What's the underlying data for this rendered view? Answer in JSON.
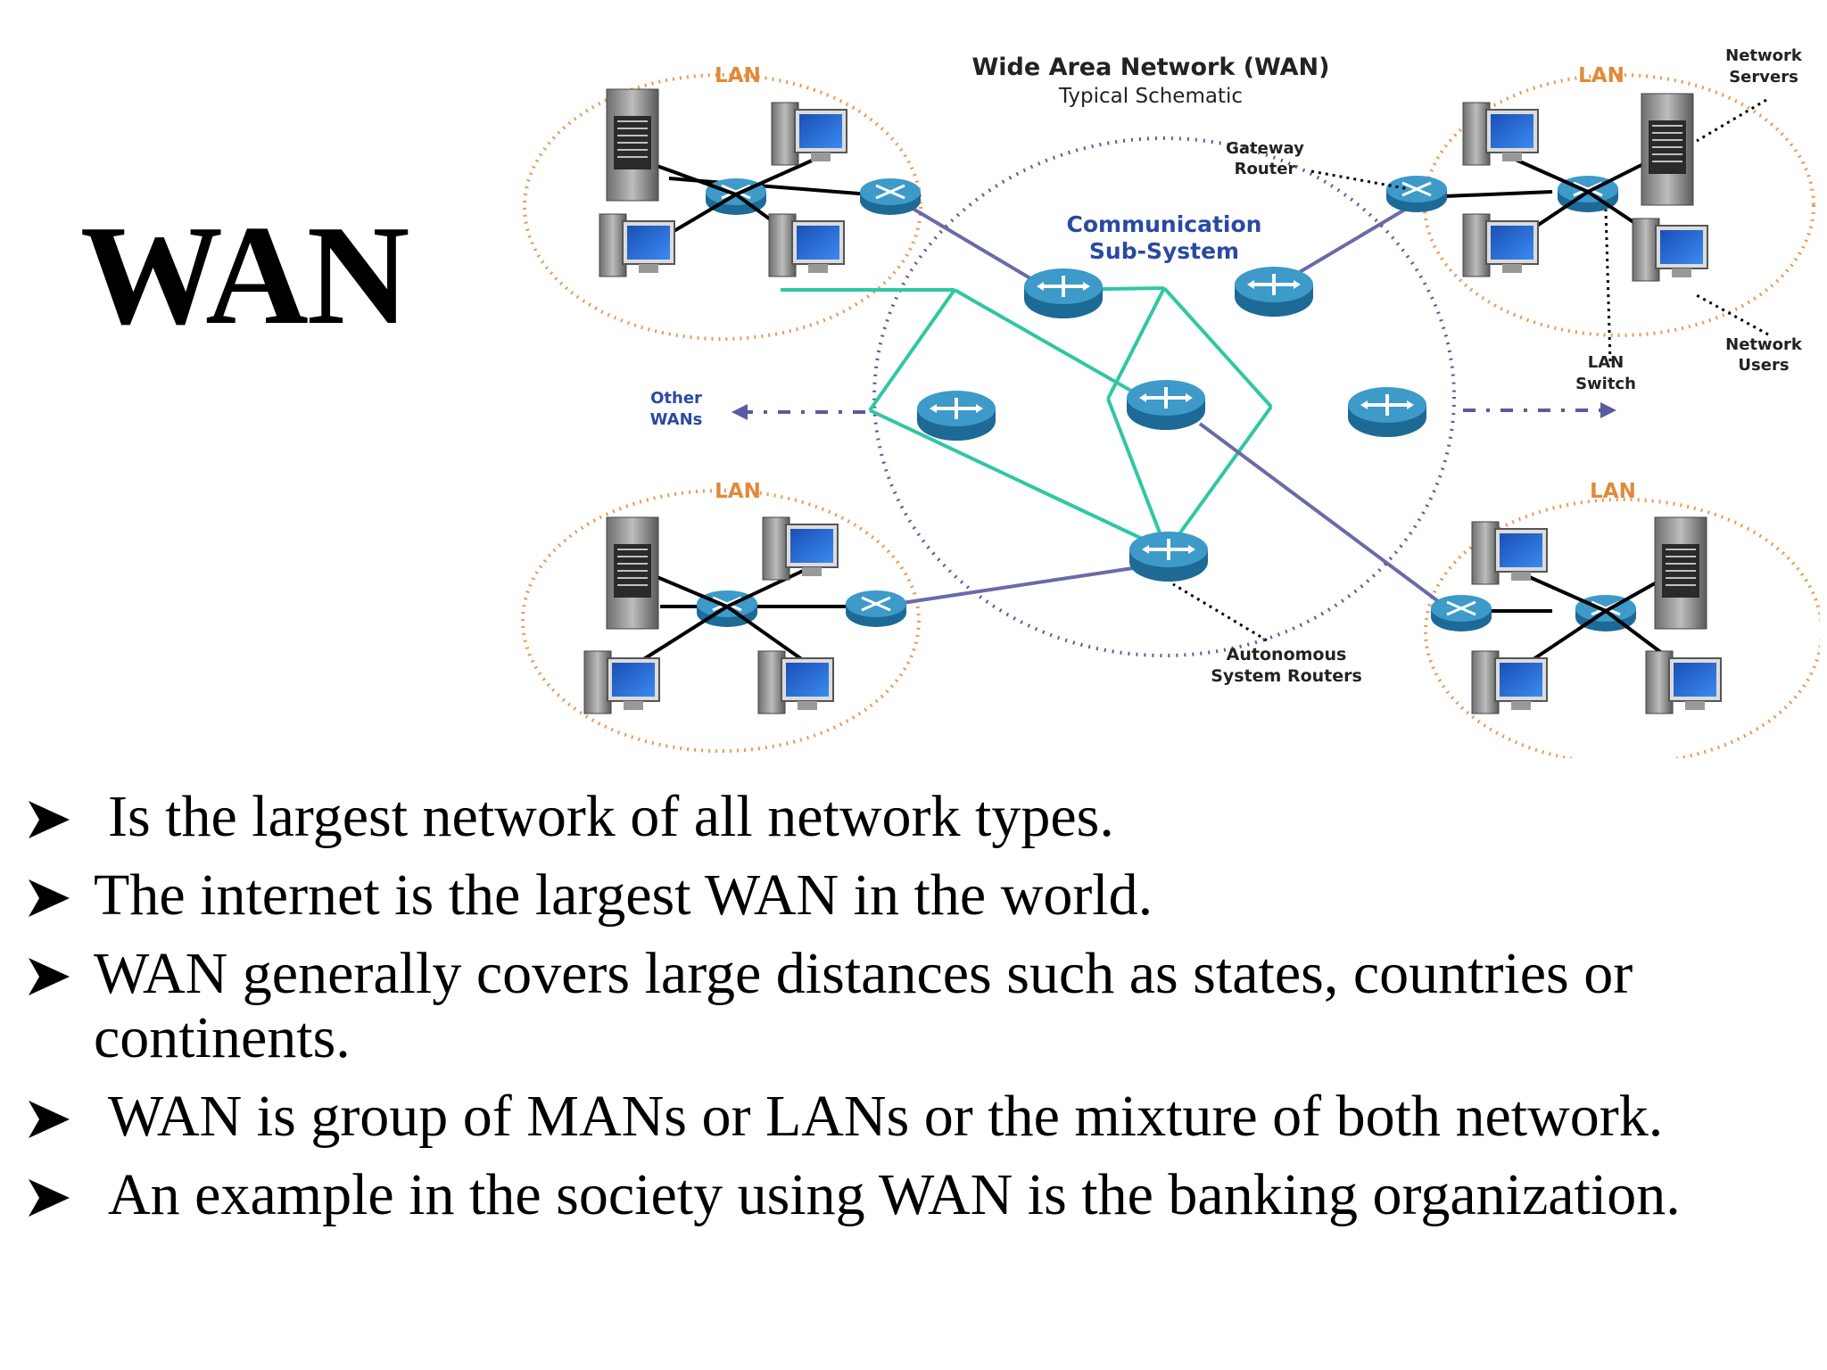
{
  "slide": {
    "title": "WAN",
    "bullets": [
      "Is the largest network of all network types.",
      "The internet is the largest WAN in the world.",
      "WAN generally covers large distances such as states, countries or continents.",
      "WAN is group of MANs or LANs or the mixture of both network.",
      "An example in the society using WAN is the banking organization."
    ]
  },
  "diagram": {
    "title": "Wide Area Network (WAN)",
    "subtitle": "Typical Schematic",
    "comm_label_1": "Communication",
    "comm_label_2": "Sub-System",
    "lan_label": "LAN",
    "gateway_label_1": "Gateway",
    "gateway_label_2": "Router",
    "servers_label_1": "Network",
    "servers_label_2": "Servers",
    "users_label_1": "Network",
    "users_label_2": "Users",
    "switch_label_1": "LAN",
    "switch_label_2": "Switch",
    "other_label_1": "Other",
    "other_label_2": "WANs",
    "as_label_1": "Autonomous",
    "as_label_2": "System Routers"
  },
  "colors": {
    "router": "#2a7fb0",
    "mesh_link": "#2fc7a3",
    "gateway_link": "#6a6aa8",
    "lan_circle": "#e89a55",
    "comm_circle": "#5a5aa0",
    "label_blue": "#2a4aa0",
    "lan_label": "#e08a3a"
  }
}
